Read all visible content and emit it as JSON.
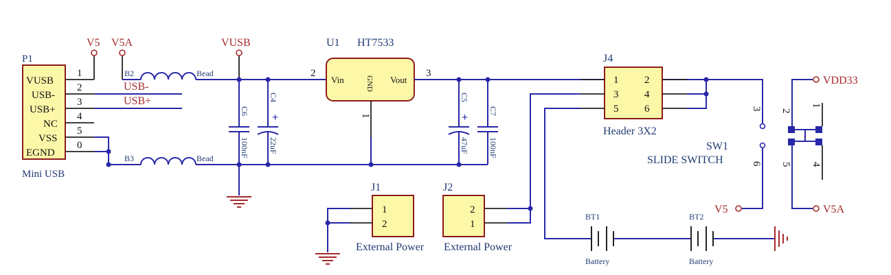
{
  "power_ports": {
    "v5_top": "V5",
    "v5a_top": "V5A",
    "vusb": "VUSB",
    "vdd33": "VDD33",
    "v5_bottom": "V5",
    "v5a_bottom": "V5A"
  },
  "p1": {
    "designator": "P1",
    "comment": "Mini USB",
    "pins": [
      {
        "name": "VUSB",
        "num": "1"
      },
      {
        "name": "USB-",
        "num": "2"
      },
      {
        "name": "USB+",
        "num": "3"
      },
      {
        "name": "NC",
        "num": "4"
      },
      {
        "name": "VSS",
        "num": "5"
      },
      {
        "name": "EGND",
        "num": "0"
      }
    ]
  },
  "net_labels": {
    "usb_minus": "USB-",
    "usb_plus": "USB+"
  },
  "b2": {
    "designator": "B2",
    "comment": "Bead"
  },
  "b3": {
    "designator": "B3",
    "comment": "Bead"
  },
  "c6": {
    "designator": "C6",
    "value": "100nF"
  },
  "c4": {
    "designator": "C4",
    "value": "22uF",
    "polarity": "+"
  },
  "c5": {
    "designator": "C5",
    "value": "47uF",
    "polarity": "+"
  },
  "c7": {
    "designator": "C7",
    "value": "100nF"
  },
  "u1": {
    "designator": "U1",
    "comment": "HT7533",
    "pin_vin": "Vin",
    "pin_vout": "Vout",
    "pin_gnd": "GND",
    "num_vin": "2",
    "num_vout": "3",
    "num_gnd": "1"
  },
  "j4": {
    "designator": "J4",
    "comment": "Header 3X2",
    "pins": [
      "1",
      "2",
      "3",
      "4",
      "5",
      "6"
    ]
  },
  "sw1": {
    "designator": "SW1",
    "comment": "SLIDE SWITCH",
    "pins": [
      "3",
      "6",
      "2",
      "1",
      "5",
      "4"
    ]
  },
  "j1": {
    "designator": "J1",
    "comment": "External Power",
    "pins": [
      "1",
      "2"
    ]
  },
  "j2": {
    "designator": "J2",
    "comment": "External Power",
    "pins": [
      "2",
      "1"
    ]
  },
  "bt1": {
    "designator": "BT1",
    "comment": "Battery"
  },
  "bt2": {
    "designator": "BT2",
    "comment": "Battery"
  },
  "colors": {
    "wire": "#2727a8",
    "body_fill": "#fdf7a8",
    "body_border": "#8b1a1a",
    "port": "#a52a2a"
  }
}
